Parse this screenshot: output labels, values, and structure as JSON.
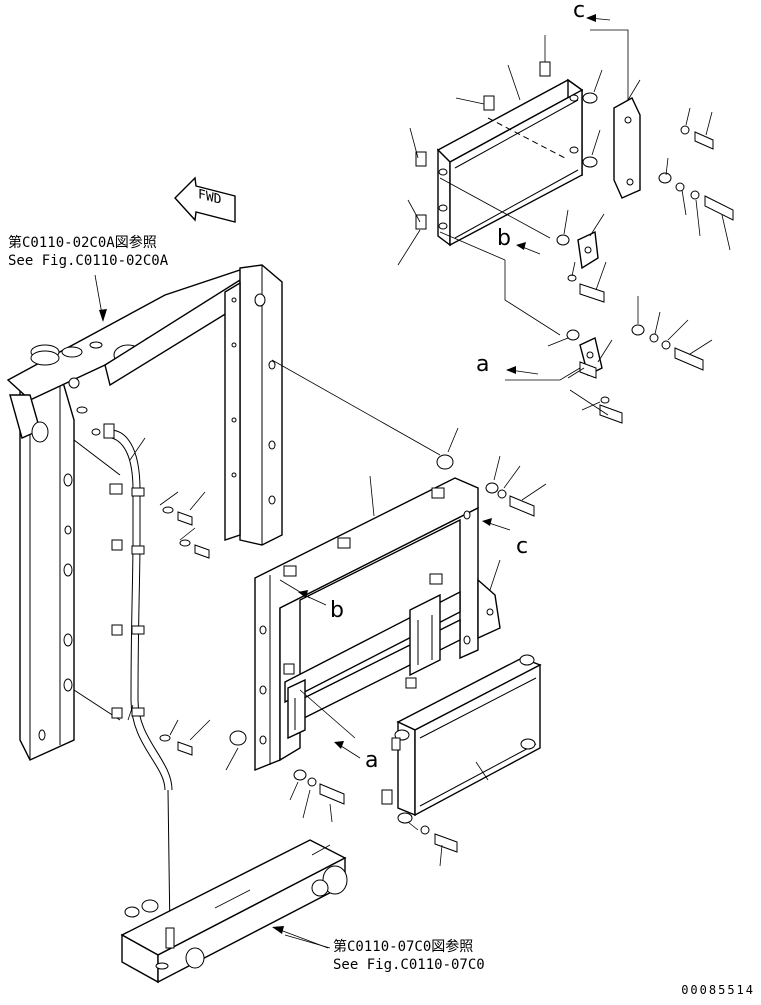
{
  "references": {
    "top_ref_jp": "第C0110-02C0A図参照",
    "top_ref_en": "See Fig.C0110-02C0A",
    "bottom_ref_jp": "第C0110-07C0図参照",
    "bottom_ref_en": "See Fig.C0110-07C0"
  },
  "fwd_label": "FWD",
  "connection_labels": {
    "a": "a",
    "b": "b",
    "c": "c"
  },
  "document_number": "00085514"
}
